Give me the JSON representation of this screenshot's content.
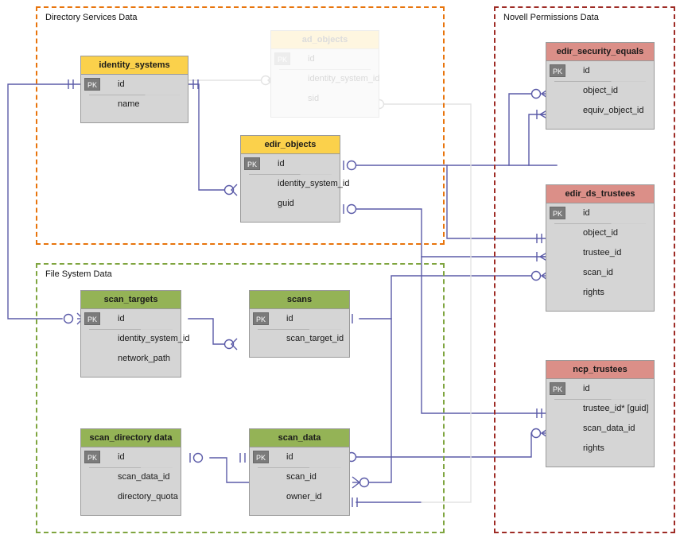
{
  "diagram": {
    "title": "Entity relationship diagram",
    "type": "er-diagram",
    "colors": {
      "group_directory_services": "#E8740C",
      "group_file_system": "#7FA53F",
      "group_novell_permissions": "#9E2B25",
      "header_yellow": "#FBD14B",
      "header_green": "#94B356",
      "header_red": "#DB8F88",
      "table_body": "#D5D5D5",
      "connector": "#5B5BA8",
      "connector_faded": "#E3E3E3"
    }
  },
  "groups": [
    {
      "id": "directory-services",
      "label": "Directory Services Data",
      "color": "#E8740C"
    },
    {
      "id": "file-system",
      "label": "File System Data",
      "color": "#7FA53F"
    },
    {
      "id": "novell-permissions",
      "label": "Novell Permissions Data",
      "color": "#9E2B25"
    }
  ],
  "tables": {
    "ad_objects": {
      "name": "ad_objects",
      "group": "directory-services",
      "state": "faded",
      "fields": [
        {
          "name": "id",
          "key": "PK"
        },
        {
          "name": "identity_system_id",
          "key": ""
        },
        {
          "name": "sid",
          "key": ""
        }
      ]
    },
    "identity_systems": {
      "name": "identity_systems",
      "group": "directory-services",
      "state": "normal",
      "fields": [
        {
          "name": "id",
          "key": "PK"
        },
        {
          "name": "name",
          "key": ""
        }
      ]
    },
    "edir_objects": {
      "name": "edir_objects",
      "group": "directory-services",
      "state": "normal",
      "fields": [
        {
          "name": "id",
          "key": "PK"
        },
        {
          "name": "identity_system_id",
          "key": ""
        },
        {
          "name": "guid",
          "key": ""
        }
      ]
    },
    "scan_targets": {
      "name": "scan_targets",
      "group": "file-system",
      "state": "normal",
      "fields": [
        {
          "name": "id",
          "key": "PK"
        },
        {
          "name": "identity_system_id",
          "key": ""
        },
        {
          "name": "network_path",
          "key": ""
        }
      ]
    },
    "scans": {
      "name": "scans",
      "group": "file-system",
      "state": "normal",
      "fields": [
        {
          "name": "id",
          "key": "PK"
        },
        {
          "name": "scan_target_id",
          "key": ""
        }
      ]
    },
    "scan_directory_data": {
      "name": "scan_directory data",
      "group": "file-system",
      "state": "normal",
      "fields": [
        {
          "name": "id",
          "key": "PK"
        },
        {
          "name": "scan_data_id",
          "key": ""
        },
        {
          "name": "directory_quota",
          "key": ""
        }
      ]
    },
    "scan_data": {
      "name": "scan_data",
      "group": "file-system",
      "state": "normal",
      "fields": [
        {
          "name": "id",
          "key": "PK"
        },
        {
          "name": "scan_id",
          "key": ""
        },
        {
          "name": "owner_id",
          "key": ""
        }
      ]
    },
    "edir_security_equals": {
      "name": "edir_security_equals",
      "group": "novell-permissions",
      "state": "normal",
      "fields": [
        {
          "name": "id",
          "key": "PK"
        },
        {
          "name": "object_id",
          "key": ""
        },
        {
          "name": "equiv_object_id",
          "key": ""
        }
      ]
    },
    "edir_ds_trustees": {
      "name": "edir_ds_trustees",
      "group": "novell-permissions",
      "state": "normal",
      "fields": [
        {
          "name": "id",
          "key": "PK"
        },
        {
          "name": "object_id",
          "key": ""
        },
        {
          "name": "trustee_id",
          "key": ""
        },
        {
          "name": "scan_id",
          "key": ""
        },
        {
          "name": "rights",
          "key": ""
        }
      ]
    },
    "ncp_trustees": {
      "name": "ncp_trustees",
      "group": "novell-permissions",
      "state": "normal",
      "fields": [
        {
          "name": "id",
          "key": "PK"
        },
        {
          "name": "trustee_id* [guid]",
          "key": ""
        },
        {
          "name": "scan_data_id",
          "key": ""
        },
        {
          "name": "rights",
          "key": ""
        }
      ]
    }
  },
  "relationships": [
    {
      "from": "identity_systems.id",
      "to": "scan_targets.id",
      "from_card": "one",
      "to_card": "many-optional"
    },
    {
      "from": "identity_systems.id",
      "to": "ad_objects.identity_system_id",
      "from_card": "one",
      "to_card": "many-optional",
      "state": "faded"
    },
    {
      "from": "identity_systems.id",
      "to": "edir_objects.identity_system_id",
      "from_card": "one",
      "to_card": "many-optional"
    },
    {
      "from": "edir_objects.id",
      "to": "edir_security_equals.object_id",
      "from_card": "one-optional",
      "to_card": "many-optional"
    },
    {
      "from": "edir_objects.id",
      "to": "edir_security_equals.equiv_object_id",
      "from_card": "one-optional",
      "to_card": "many"
    },
    {
      "from": "edir_objects.id",
      "to": "edir_ds_trustees.object_id",
      "from_card": "one-optional",
      "to_card": "one"
    },
    {
      "from": "edir_objects.guid",
      "to": "edir_ds_trustees.trustee_id",
      "from_card": "one-optional",
      "to_card": "many"
    },
    {
      "from": "scans.id",
      "to": "edir_ds_trustees.scan_id",
      "from_card": "one",
      "to_card": "many-optional"
    },
    {
      "from": "scan_targets.id",
      "to": "scans.scan_target_id",
      "from_card": "one",
      "to_card": "many-optional"
    },
    {
      "from": "scan_data.id",
      "to": "scan_directory_data.scan_data_id",
      "from_card": "one-optional",
      "to_card": "one-optional"
    },
    {
      "from": "scans.id",
      "to": "scan_data.scan_id",
      "from_card": "one",
      "to_card": "many-optional"
    },
    {
      "from": "scan_data.id",
      "to": "ncp_trustees.scan_data_id",
      "from_card": "one-optional",
      "to_card": "many-optional"
    },
    {
      "from": "edir_objects.guid",
      "to": "ncp_trustees.trustee_id",
      "from_card": "one-optional",
      "to_card": "one"
    },
    {
      "from": "ad_objects.sid",
      "to": "scan_data.owner_id",
      "from_card": "one-optional",
      "to_card": "one",
      "state": "faded"
    }
  ]
}
